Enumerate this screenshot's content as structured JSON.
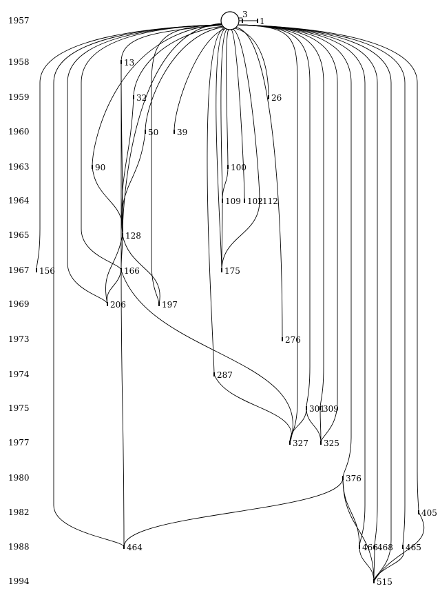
{
  "years": [
    "1957",
    "1958",
    "1959",
    "1960",
    "1963",
    "1964",
    "1965",
    "1967",
    "1969",
    "1973",
    "1974",
    "1975",
    "1977",
    "1980",
    "1982",
    "1988",
    "1994"
  ],
  "nodes": [
    {
      "id": "3",
      "year": "1957"
    },
    {
      "id": "1",
      "year": "1957"
    },
    {
      "id": "13",
      "year": "1958"
    },
    {
      "id": "32",
      "year": "1959"
    },
    {
      "id": "26",
      "year": "1959"
    },
    {
      "id": "50",
      "year": "1960"
    },
    {
      "id": "39",
      "year": "1960"
    },
    {
      "id": "90",
      "year": "1963"
    },
    {
      "id": "100",
      "year": "1963"
    },
    {
      "id": "109",
      "year": "1964"
    },
    {
      "id": "102",
      "year": "1964"
    },
    {
      "id": "112",
      "year": "1964"
    },
    {
      "id": "128",
      "year": "1965"
    },
    {
      "id": "156",
      "year": "1967"
    },
    {
      "id": "166",
      "year": "1967"
    },
    {
      "id": "175",
      "year": "1967"
    },
    {
      "id": "206",
      "year": "1969"
    },
    {
      "id": "197",
      "year": "1969"
    },
    {
      "id": "276",
      "year": "1973"
    },
    {
      "id": "287",
      "year": "1974"
    },
    {
      "id": "301",
      "year": "1975"
    },
    {
      "id": "309",
      "year": "1975"
    },
    {
      "id": "327",
      "year": "1977"
    },
    {
      "id": "325",
      "year": "1977"
    },
    {
      "id": "376",
      "year": "1980"
    },
    {
      "id": "405",
      "year": "1982"
    },
    {
      "id": "464",
      "year": "1988"
    },
    {
      "id": "466",
      "year": "1988"
    },
    {
      "id": "468",
      "year": "1988"
    },
    {
      "id": "465",
      "year": "1988"
    },
    {
      "id": "515",
      "year": "1994"
    }
  ]
}
